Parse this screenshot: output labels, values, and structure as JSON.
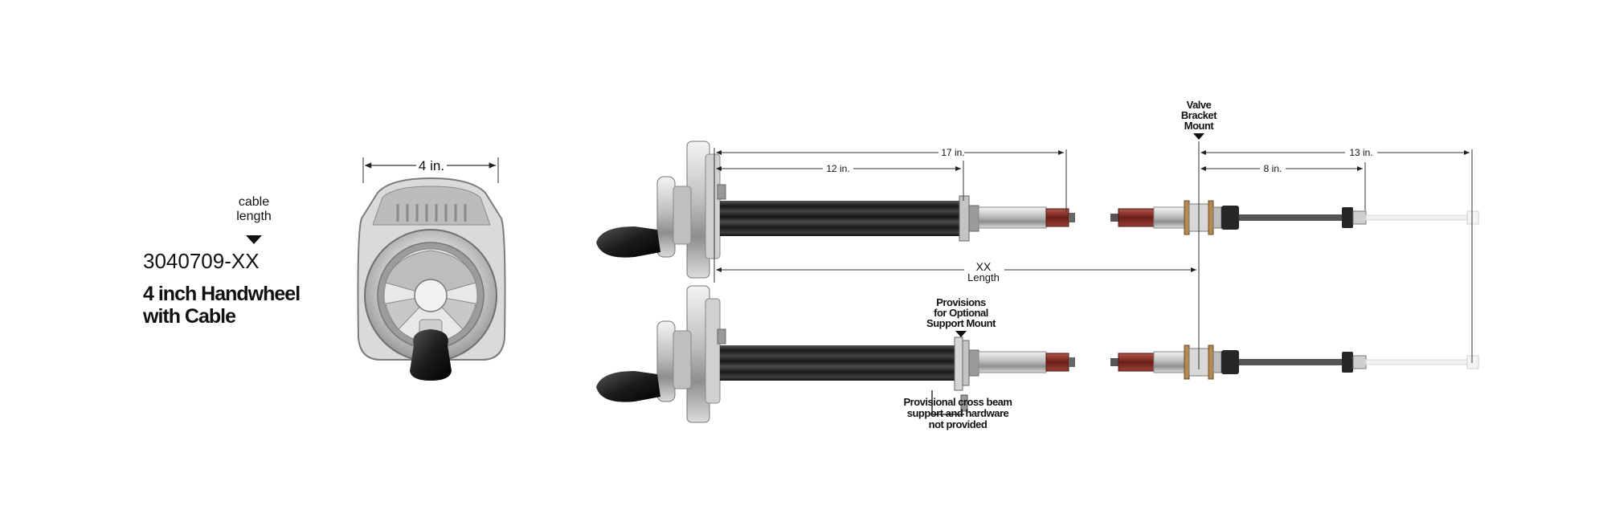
{
  "product": {
    "cable_note_line1": "cable",
    "cable_note_line2": "length",
    "part_number": "3040709-XX",
    "title_line1": "4 inch Handwheel",
    "title_line2": "with Cable"
  },
  "front_view": {
    "width_label": "4 in."
  },
  "dimensions": {
    "d17": "17 in.",
    "d12": "12 in.",
    "d13": "13 in.",
    "d8": "8 in.",
    "xx_line1": "XX",
    "xx_line2": "Length"
  },
  "callouts": {
    "valve_line1": "Valve",
    "valve_line2": "Bracket",
    "valve_line3": "Mount",
    "prov_line1": "Provisions",
    "prov_line2": "for Optional",
    "prov_line3": "Support Mount",
    "beam_line1": "Provisional cross beam",
    "beam_line2": "support and hardware",
    "beam_line3": "not provided"
  },
  "colors": {
    "tube_dark": "#2a2a2a",
    "cable_red": "#7a2a22",
    "metal_light": "#d6d6d6",
    "knob_black": "#1c1c1c"
  }
}
